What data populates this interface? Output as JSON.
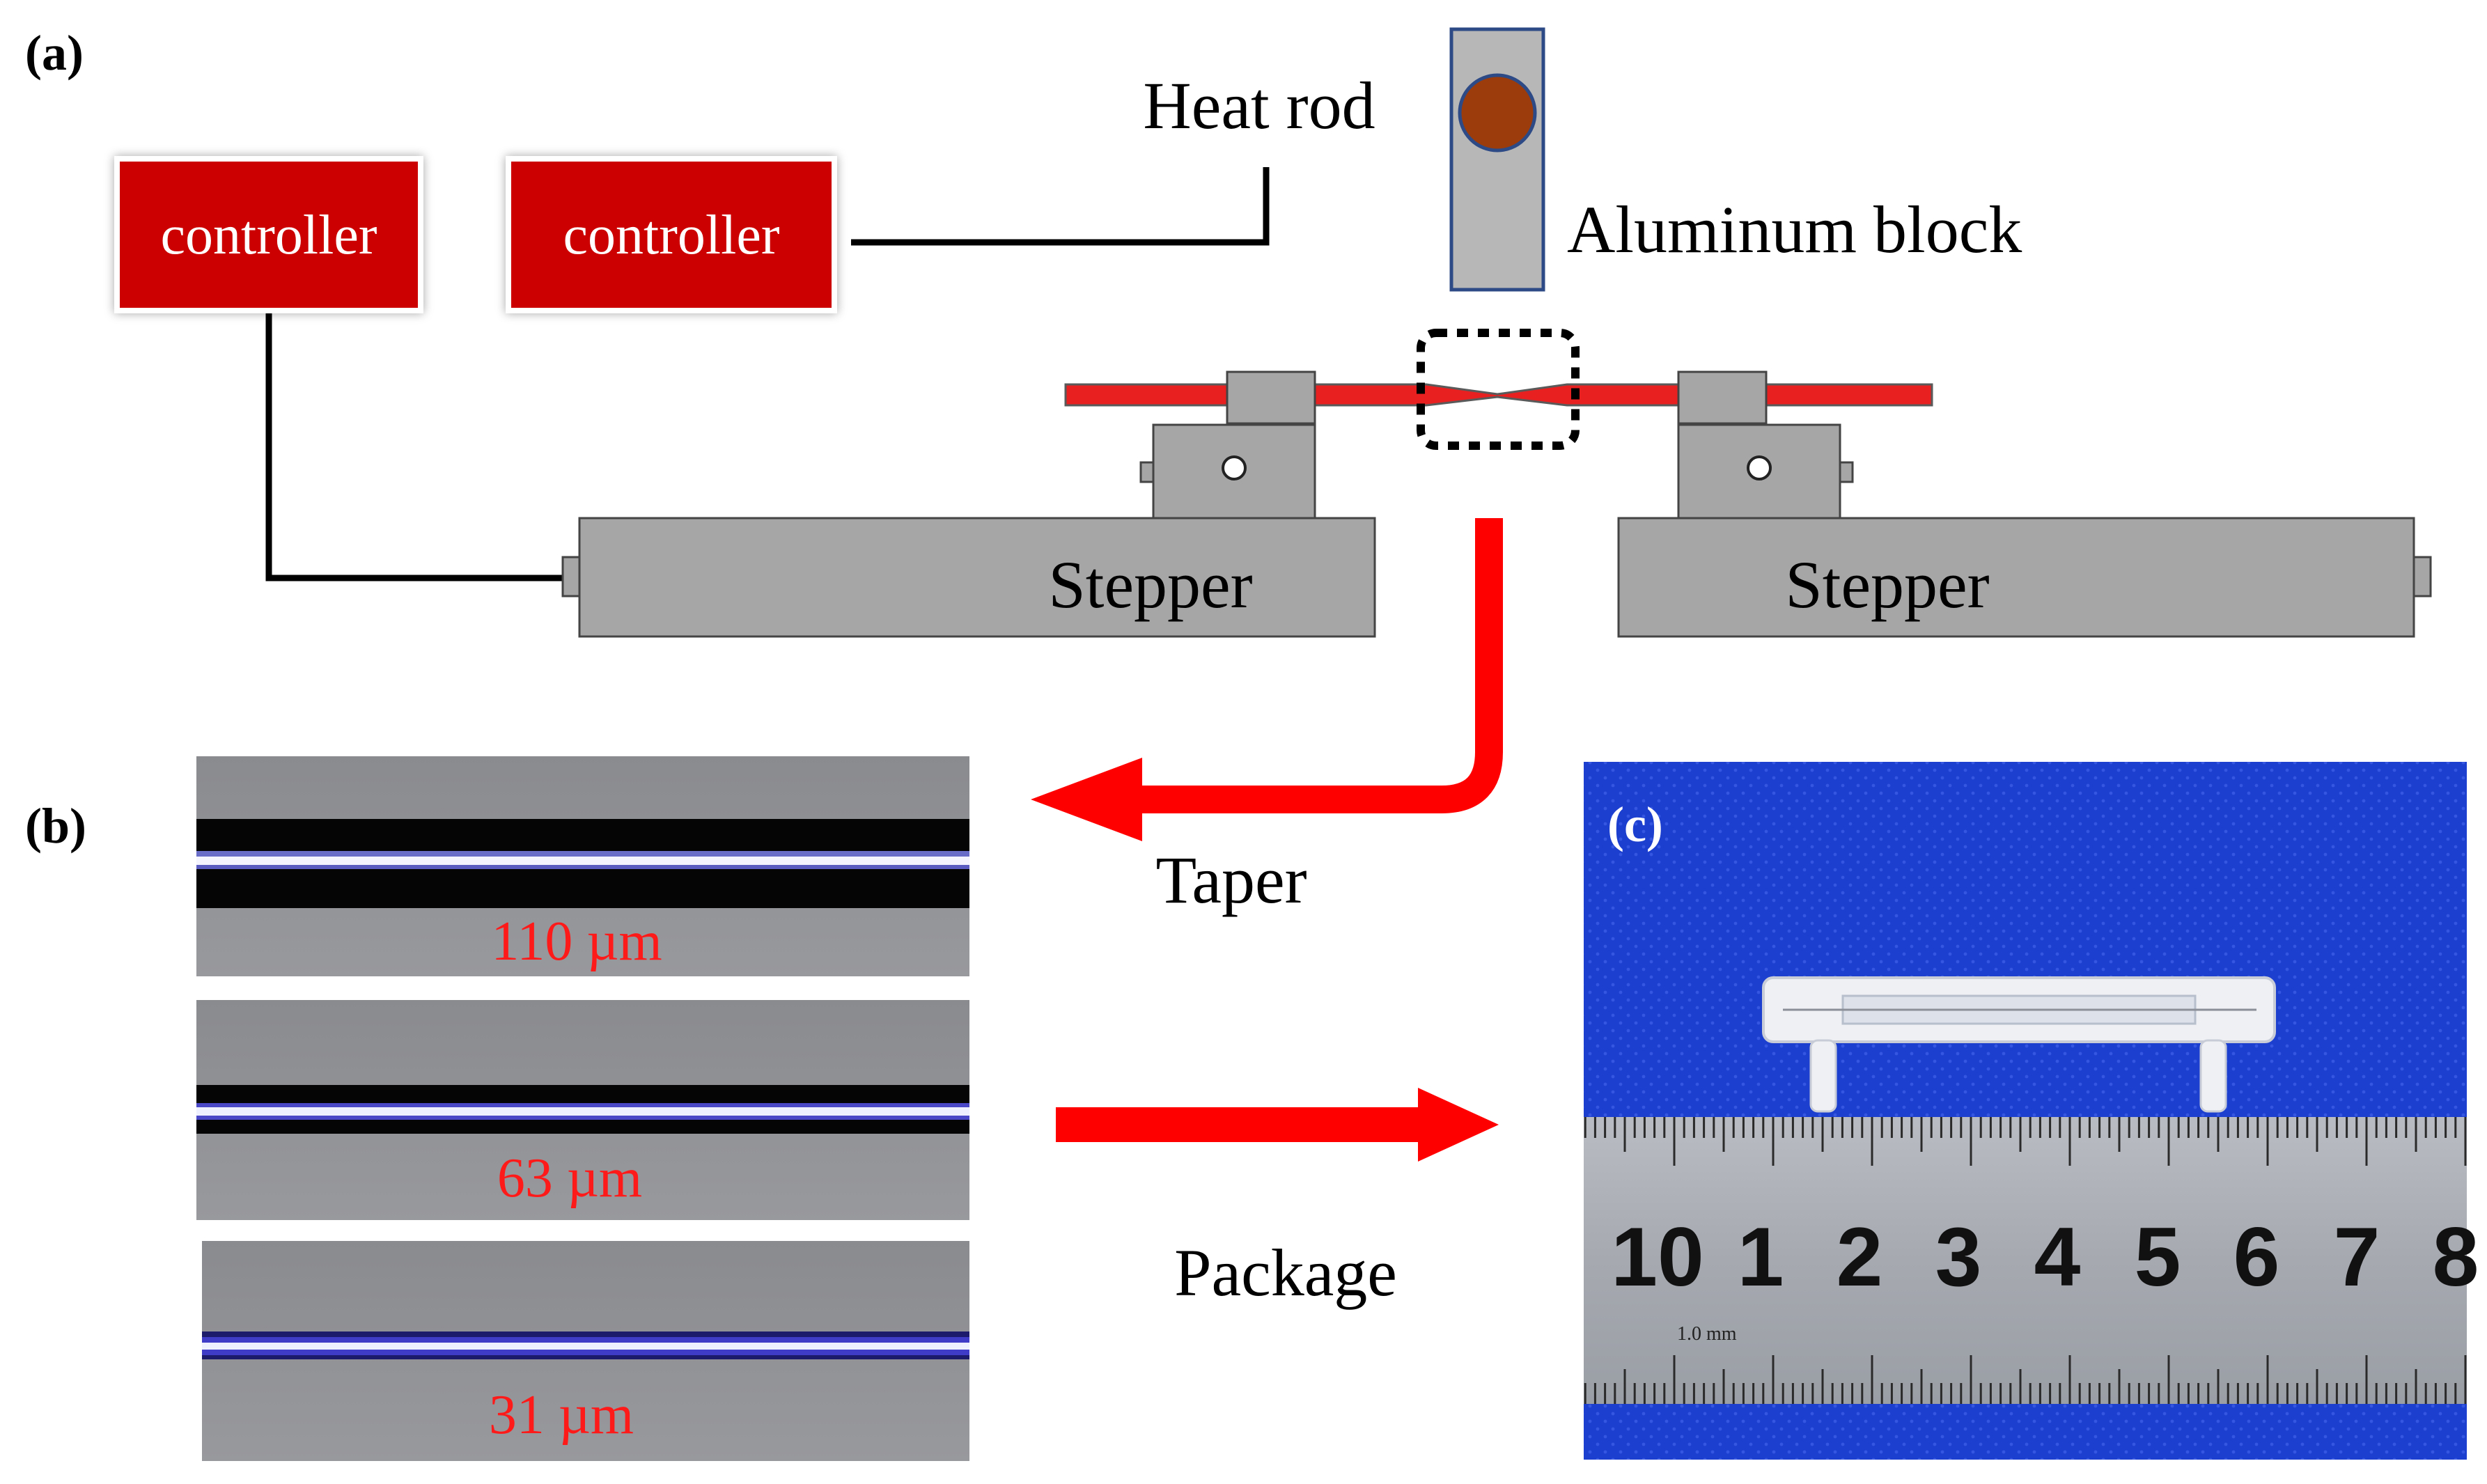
{
  "panel_labels": {
    "a": "(a)",
    "b": "(b)",
    "c": "(c)"
  },
  "setup": {
    "controller_left": "controller",
    "controller_right": "controller",
    "heat_rod": "Heat rod",
    "aluminum_block": "Aluminum block",
    "stepper_left": "Stepper",
    "stepper_right": "Stepper"
  },
  "process": {
    "taper": "Taper",
    "package": "Package"
  },
  "micrographs": [
    {
      "label": "110 µm"
    },
    {
      "label": "63 µm"
    },
    {
      "label": "31 µm"
    }
  ],
  "ruler": {
    "numbers": [
      "10",
      "1",
      "2",
      "3",
      "4",
      "5",
      "6",
      "7",
      "8"
    ],
    "unit_mark": "1.0 mm"
  },
  "colors": {
    "controller_fill": "#cc0000",
    "fiber": "#e8201f",
    "arrow": "#ff0000",
    "stepper_fill": "#a6a6a6",
    "heat_rod": "#9c3c0c",
    "backdrop": "#1c3fd0",
    "micrograph_label": "#ff1a1a"
  }
}
